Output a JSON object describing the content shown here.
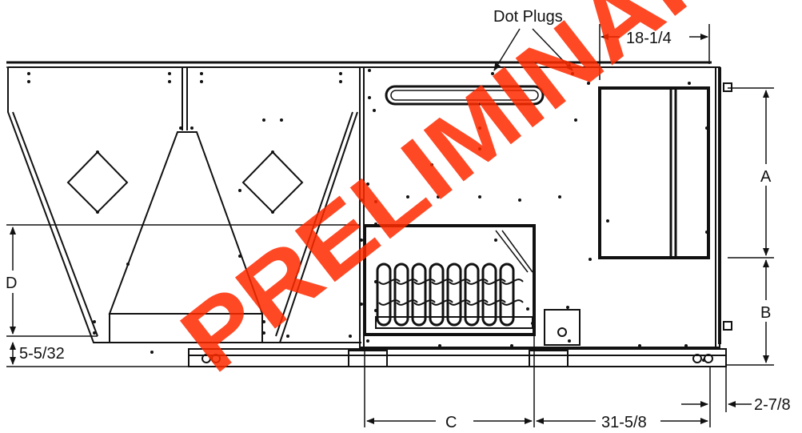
{
  "labels": {
    "dot_plugs": "Dot Plugs",
    "dim_top": "18-1/4",
    "dim_a": "A",
    "dim_b": "B",
    "dim_c": "C",
    "dim_d": "D",
    "dim_bottom_right": "31-5/8",
    "dim_base": "5-5/32",
    "dim_offset": "2-7/8"
  },
  "watermark": {
    "text": "PRELIMINARY",
    "color": "#ff2a00"
  }
}
